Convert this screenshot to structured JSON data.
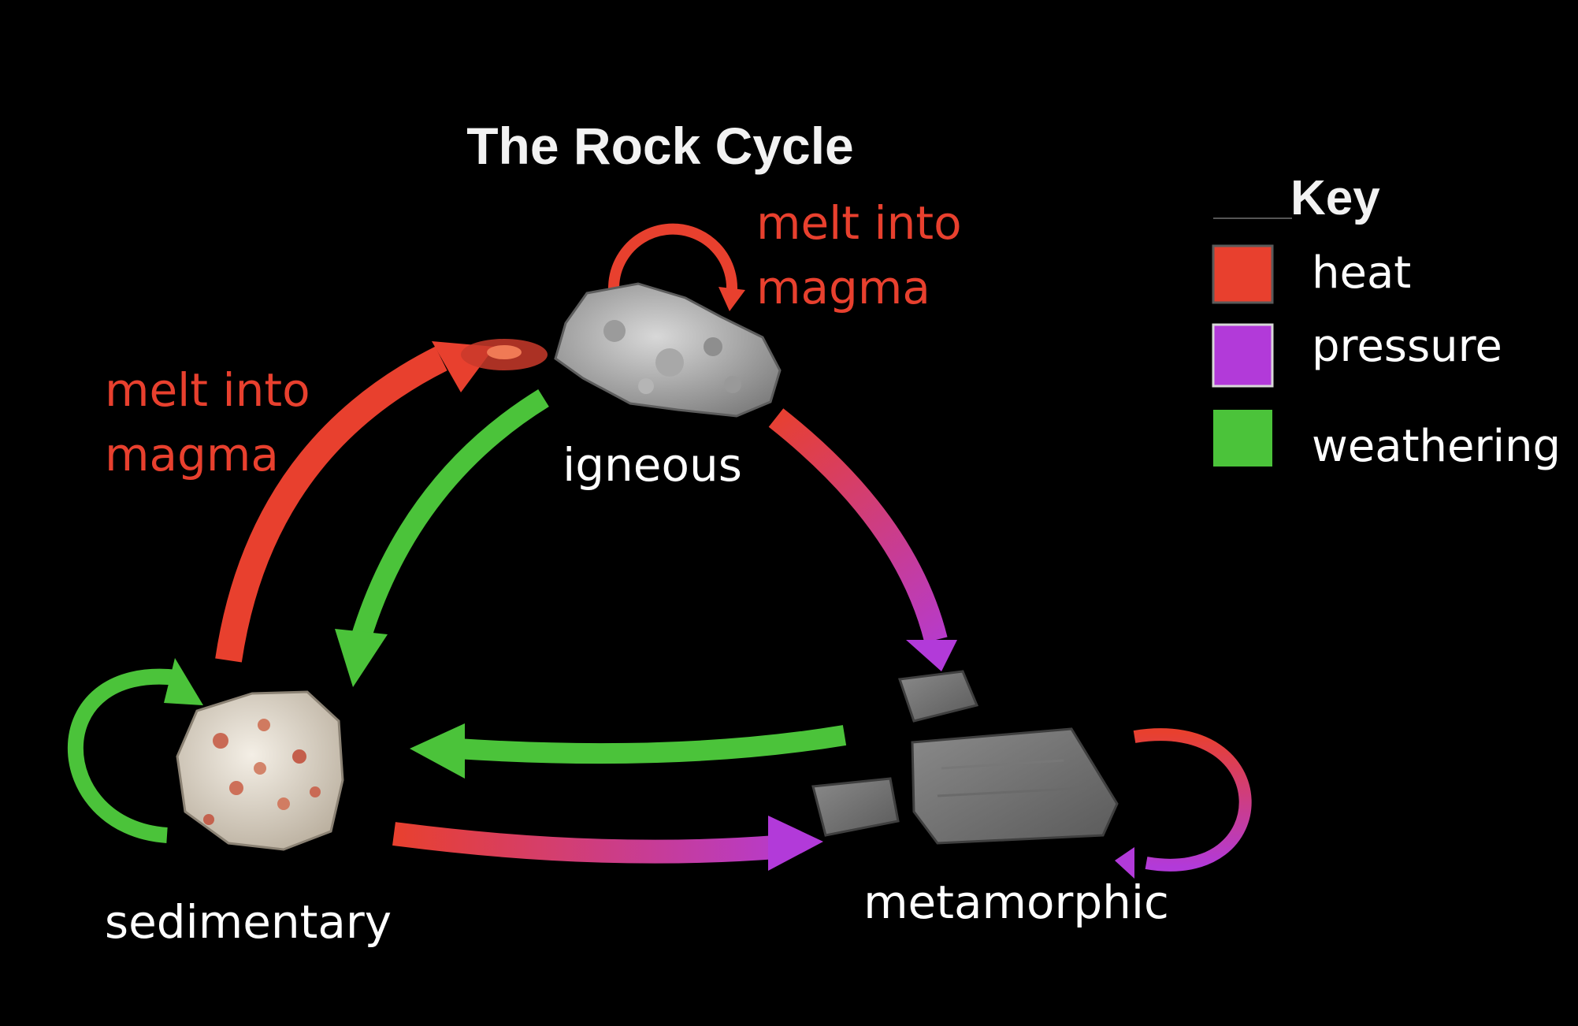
{
  "title": "The Rock Cycle",
  "key": {
    "heading": "Key",
    "items": [
      {
        "label": "heat",
        "color": "#e8402e"
      },
      {
        "label": "pressure",
        "color": "#b23ad9"
      },
      {
        "label": "weathering",
        "color": "#4bc33a"
      }
    ]
  },
  "rocks": {
    "igneous": "igneous",
    "sedimentary": "sedimentary",
    "metamorphic": "metamorphic"
  },
  "annotations": {
    "top_line1": "melt into",
    "top_line2": "magma",
    "left_line1": "melt into",
    "left_line2": "magma"
  },
  "colors": {
    "background": "#000000",
    "heat": "#e8402e",
    "pressure": "#b23ad9",
    "weathering": "#4bc33a",
    "label_text": "#ffffff",
    "annotation_text": "#e8402e"
  }
}
